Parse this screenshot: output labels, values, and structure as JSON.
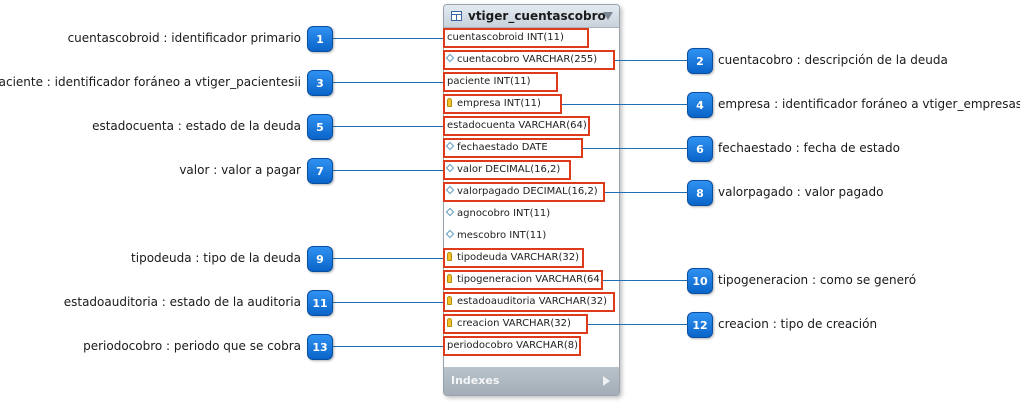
{
  "table": {
    "title": "vtiger_cuentascobro",
    "footer_label": "Indexes",
    "columns": [
      {
        "text": "cuentascobroid INT(11)",
        "icon": "none"
      },
      {
        "text": "cuentacobro VARCHAR(255)",
        "icon": "diamond"
      },
      {
        "text": "paciente INT(11)",
        "icon": "none"
      },
      {
        "text": "empresa INT(11)",
        "icon": "key"
      },
      {
        "text": "estadocuenta VARCHAR(64)",
        "icon": "none"
      },
      {
        "text": "fechaestado DATE",
        "icon": "diamond"
      },
      {
        "text": "valor DECIMAL(16,2)",
        "icon": "diamond"
      },
      {
        "text": "valorpagado DECIMAL(16,2)",
        "icon": "diamond"
      },
      {
        "text": "agnocobro INT(11)",
        "icon": "diamond"
      },
      {
        "text": "mescobro INT(11)",
        "icon": "diamond"
      },
      {
        "text": "tipodeuda VARCHAR(32)",
        "icon": "key"
      },
      {
        "text": "tipogeneracion VARCHAR(64)",
        "icon": "key"
      },
      {
        "text": "estadoauditoria VARCHAR(32)",
        "icon": "key"
      },
      {
        "text": "creacion VARCHAR(32)",
        "icon": "key"
      },
      {
        "text": "periodocobro VARCHAR(8)",
        "icon": "none"
      }
    ]
  },
  "annotations": [
    {
      "number": "1",
      "side": "left",
      "text": "cuentascobroid : identificador primario"
    },
    {
      "number": "2",
      "side": "right",
      "text": "cuentacobro : descripción de la deuda"
    },
    {
      "number": "3",
      "side": "left",
      "text": "paciente : identificador foráneo a vtiger_pacientesii"
    },
    {
      "number": "4",
      "side": "right",
      "text": "empresa : identificador foráneo a vtiger_empresas"
    },
    {
      "number": "5",
      "side": "left",
      "text": "estadocuenta : estado de la deuda"
    },
    {
      "number": "6",
      "side": "right",
      "text": "fechaestado : fecha de estado"
    },
    {
      "number": "7",
      "side": "left",
      "text": "valor : valor a pagar"
    },
    {
      "number": "8",
      "side": "right",
      "text": "valorpagado : valor pagado"
    },
    {
      "number": "9",
      "side": "left",
      "text": "tipodeuda : tipo de la deuda"
    },
    {
      "number": "10",
      "side": "right",
      "text": "tipogeneracion : como se generó"
    },
    {
      "number": "11",
      "side": "left",
      "text": "estadoauditoria : estado de la auditoria"
    },
    {
      "number": "12",
      "side": "right",
      "text": "creacion : tipo de creación"
    },
    {
      "number": "13",
      "side": "left",
      "text": "periodocobro : periodo que se cobra"
    }
  ],
  "colors": {
    "highlight": "#de3b1c",
    "badge": "#1677e3",
    "connector": "#1f6fb5",
    "key_icon": "#f2c029",
    "diamond_icon": "#5a98ba"
  }
}
